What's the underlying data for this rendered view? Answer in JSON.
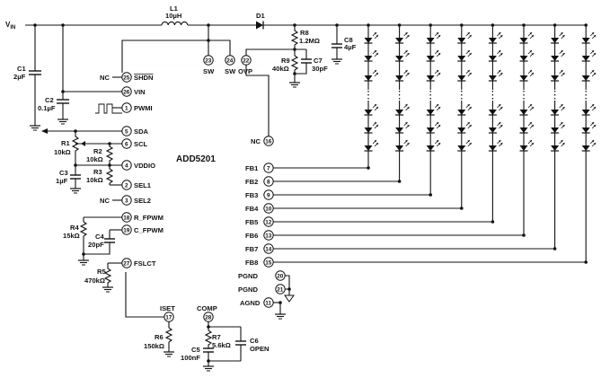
{
  "chip": {
    "name": "ADD5201"
  },
  "supply": {
    "label": "V",
    "sub": "IN"
  },
  "components": {
    "l1": {
      "ref": "L1",
      "value": "10µH"
    },
    "d1": {
      "ref": "D1"
    },
    "r8": {
      "ref": "R8",
      "value": "1.2MΩ"
    },
    "c8": {
      "ref": "C8",
      "value": "4µF"
    },
    "r9": {
      "ref": "R9",
      "value": "40kΩ"
    },
    "c7": {
      "ref": "C7",
      "value": "30pF"
    },
    "c1": {
      "ref": "C1",
      "value": "2µF"
    },
    "c2": {
      "ref": "C2",
      "value": "0.1µF"
    },
    "r1": {
      "ref": "R1",
      "value": "10kΩ"
    },
    "r2": {
      "ref": "R2",
      "value": "10kΩ"
    },
    "r3": {
      "ref": "R3",
      "value": "10kΩ"
    },
    "c3": {
      "ref": "C3",
      "value": "1µF"
    },
    "r4": {
      "ref": "R4",
      "value": "15kΩ"
    },
    "c4": {
      "ref": "C4",
      "value": "20pF"
    },
    "r5": {
      "ref": "R5",
      "value": "470kΩ"
    },
    "r6": {
      "ref": "R6",
      "value": "150kΩ"
    },
    "r7": {
      "ref": "R7",
      "value": "5.6kΩ"
    },
    "c5": {
      "ref": "C5",
      "value": "100nF"
    },
    "c6": {
      "ref": "C6",
      "value": "OPEN"
    }
  },
  "pins_left": [
    {
      "num": "25",
      "name": "SHDN",
      "ext": "NC"
    },
    {
      "num": "26",
      "name": "VIN",
      "ext": ""
    },
    {
      "num": "1",
      "name": "PWMI",
      "ext": ""
    },
    {
      "num": "5",
      "name": "SDA",
      "ext": ""
    },
    {
      "num": "6",
      "name": "SCL",
      "ext": ""
    },
    {
      "num": "4",
      "name": "VDDIO",
      "ext": ""
    },
    {
      "num": "2",
      "name": "SEL1",
      "ext": ""
    },
    {
      "num": "3",
      "name": "SEL2",
      "ext": "NC"
    },
    {
      "num": "18",
      "name": "R_FPWM",
      "ext": ""
    },
    {
      "num": "19",
      "name": "C_FPWM",
      "ext": ""
    },
    {
      "num": "27",
      "name": "FSLCT",
      "ext": ""
    }
  ],
  "pins_top": [
    {
      "num": "23",
      "name": "SW"
    },
    {
      "num": "24",
      "name": "SW"
    },
    {
      "num": "22",
      "name": "OVP"
    }
  ],
  "pins_right": [
    {
      "num": "16",
      "name": "NC"
    },
    {
      "num": "7",
      "name": "FB1"
    },
    {
      "num": "8",
      "name": "FB2"
    },
    {
      "num": "9",
      "name": "FB3"
    },
    {
      "num": "10",
      "name": "FB4"
    },
    {
      "num": "12",
      "name": "FB5"
    },
    {
      "num": "13",
      "name": "FB6"
    },
    {
      "num": "14",
      "name": "FB7"
    },
    {
      "num": "15",
      "name": "FB8"
    },
    {
      "num": "20",
      "name": "PGND"
    },
    {
      "num": "21",
      "name": "PGND"
    },
    {
      "num": "11",
      "name": "AGND"
    }
  ],
  "pins_bottom": [
    {
      "num": "17",
      "name": "ISET"
    },
    {
      "num": "28",
      "name": "COMP"
    }
  ],
  "led_strings": {
    "count": 8,
    "leds_per_string": 6
  }
}
